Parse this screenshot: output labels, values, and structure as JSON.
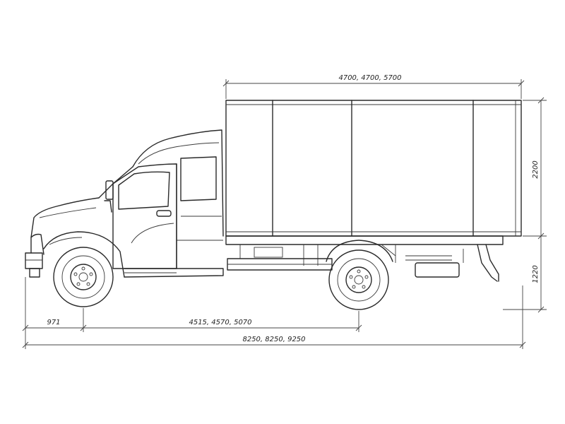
{
  "dimensions": {
    "body_length": "4700, 4700, 5700",
    "body_height": "2200",
    "floor_height": "1220",
    "front_overhang": "971",
    "wheelbase": "4515, 4570, 5070",
    "overall_length": "8250, 8250, 9250"
  }
}
